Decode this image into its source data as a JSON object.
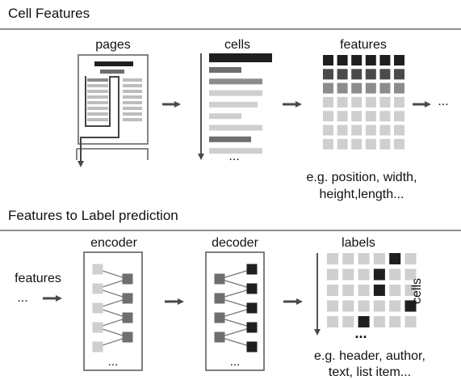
{
  "section1": {
    "title": "Cell Features",
    "pages_label": "pages",
    "cells_label": "cells",
    "cells_ellipsis": "...",
    "features_label": "features",
    "continue_ellipsis": "...",
    "features_note_line1": "e.g. position, width,",
    "features_note_line2": "height,length..."
  },
  "section2": {
    "title": "Features to Label prediction",
    "input_label": "features",
    "input_ellipsis": "...",
    "encoder_label": "encoder",
    "encoder_ellipsis": "...",
    "decoder_label": "decoder",
    "decoder_ellipsis": "...",
    "labels_label": "labels",
    "labels_ellipsis": "...",
    "labels_side_label": "cells",
    "labels_note_line1": "e.g. header, author,",
    "labels_note_line2": "text, list item..."
  },
  "colors": {
    "black": "#1f1f1f",
    "dark": "#4a4a4a",
    "mid": "#6e6e6e",
    "gray": "#8c8c8c",
    "light": "#bdbdbd",
    "lighter": "#cfcfcf",
    "line": "#555555"
  },
  "feature_grid": [
    [
      "black",
      "black",
      "black",
      "black",
      "black",
      "black"
    ],
    [
      "dark",
      "dark",
      "dark",
      "dark",
      "dark",
      "dark"
    ],
    [
      "gray",
      "gray",
      "gray",
      "gray",
      "gray",
      "gray"
    ],
    [
      "lighter",
      "lighter",
      "lighter",
      "lighter",
      "lighter",
      "lighter"
    ],
    [
      "lighter",
      "lighter",
      "lighter",
      "lighter",
      "lighter",
      "lighter"
    ],
    [
      "lighter",
      "lighter",
      "lighter",
      "lighter",
      "lighter",
      "lighter"
    ],
    [
      "lighter",
      "lighter",
      "lighter",
      "lighter",
      "lighter",
      "lighter"
    ]
  ],
  "cell_bars": [
    "black",
    "mid",
    "gray",
    "lighter",
    "lighter",
    "lighter",
    "lighter",
    "mid",
    "lighter"
  ],
  "label_grid": [
    [
      "lighter",
      "lighter",
      "lighter",
      "lighter",
      "black",
      "lighter"
    ],
    [
      "lighter",
      "lighter",
      "lighter",
      "black",
      "lighter",
      "lighter"
    ],
    [
      "lighter",
      "lighter",
      "lighter",
      "black",
      "lighter",
      "lighter"
    ],
    [
      "lighter",
      "lighter",
      "lighter",
      "lighter",
      "lighter",
      "black"
    ],
    [
      "lighter",
      "lighter",
      "black",
      "lighter",
      "lighter",
      "lighter"
    ]
  ],
  "encoder_nodes": {
    "left": [
      "lighter",
      "lighter",
      "lighter",
      "lighter",
      "lighter"
    ],
    "right": [
      "mid",
      "mid",
      "mid",
      "mid"
    ]
  },
  "decoder_nodes": {
    "left": [
      "mid",
      "mid",
      "mid",
      "mid"
    ],
    "right": [
      "black",
      "black",
      "black",
      "black",
      "black"
    ]
  }
}
